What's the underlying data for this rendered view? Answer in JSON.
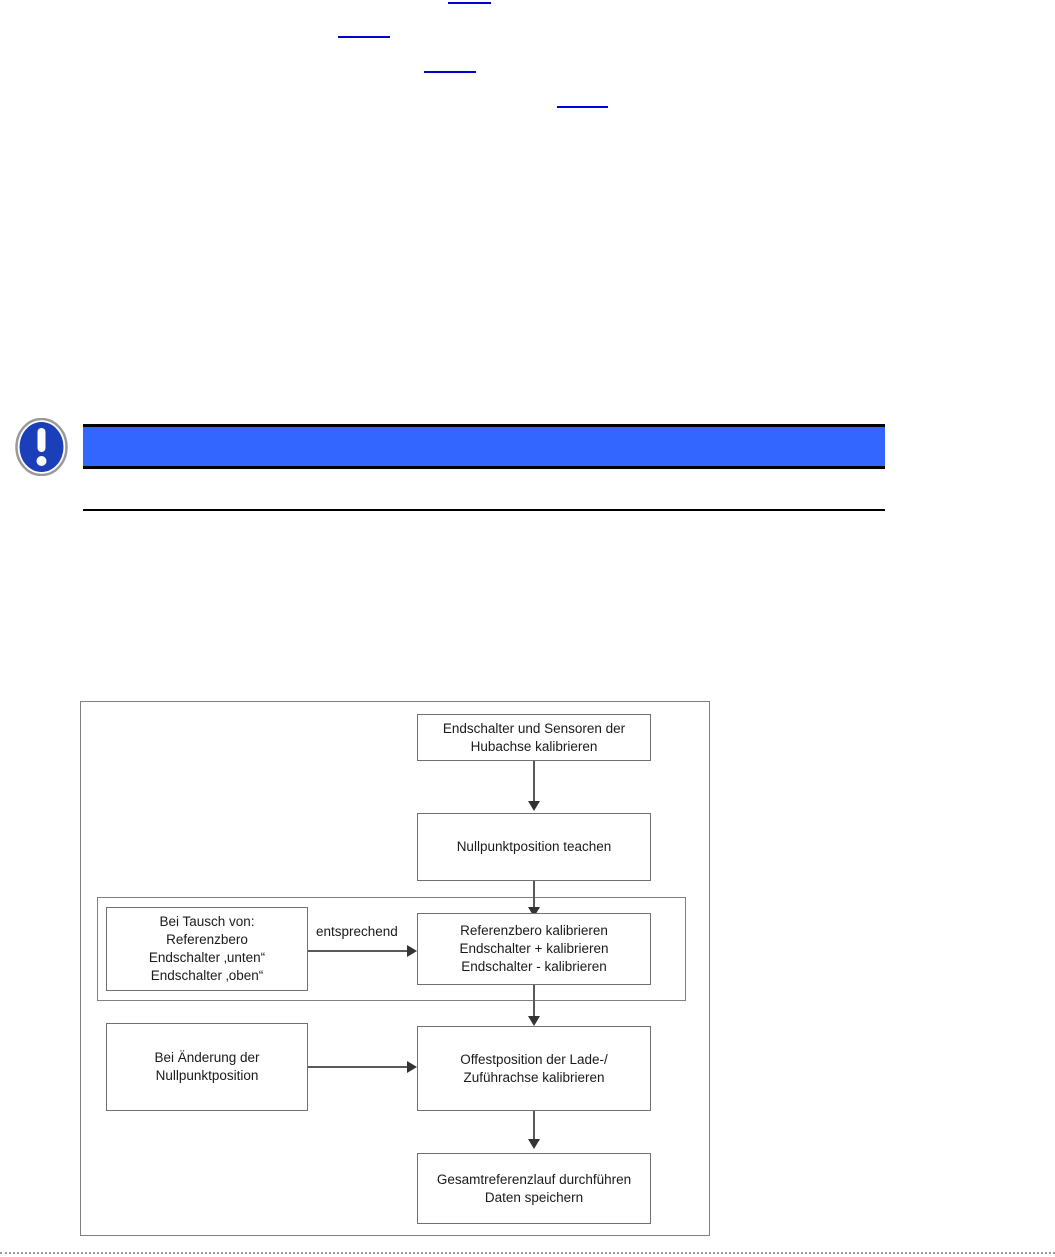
{
  "document": {
    "language": "de",
    "notice": {
      "icon_name": "mandatory-action-exclamation-icon",
      "icon_colors": {
        "circle": "#1a3fb8",
        "ring": "#999999",
        "mark": "#ffffff"
      },
      "banner_color": "#3366ff",
      "banner_border_color": "#000000",
      "text": ""
    },
    "toc_links": [
      {
        "label": "",
        "href_text": ""
      },
      {
        "label": "",
        "href_text": ""
      },
      {
        "label": "",
        "href_text": ""
      },
      {
        "label": "",
        "href_text": ""
      }
    ],
    "link_color": "#0000cc",
    "rule_color": "#000000"
  },
  "flowchart": {
    "type": "flowchart",
    "frame_border_color": "#808080",
    "node_border_color": "#707070",
    "connector_color": "#595959",
    "nodes": [
      {
        "id": "n1",
        "lines": [
          "Endschalter und Sensoren der",
          "Hubachse kalibrieren"
        ]
      },
      {
        "id": "n2",
        "lines": [
          "Nullpunktposition teachen"
        ]
      },
      {
        "id": "n3",
        "lines": [
          "Bei Tausch von:",
          "Referenzbero",
          "Endschalter ‚unten“",
          "Endschalter ‚oben“"
        ]
      },
      {
        "id": "n4",
        "lines": [
          "Referenzbero kalibrieren",
          "Endschalter + kalibrieren",
          "Endschalter - kalibrieren"
        ]
      },
      {
        "id": "n5",
        "lines": [
          "Bei Änderung der",
          "Nullpunktposition"
        ]
      },
      {
        "id": "n6",
        "lines": [
          "Offestposition der Lade-/",
          "Zuführachse kalibrieren"
        ]
      },
      {
        "id": "n7",
        "lines": [
          "Gesamtreferenzlauf durchführen",
          "Daten speichern"
        ]
      }
    ],
    "edges": [
      {
        "from": "n1",
        "to": "n2",
        "label": ""
      },
      {
        "from": "n2",
        "to": "n4",
        "label": ""
      },
      {
        "from": "n3",
        "to": "n4",
        "label": "entsprechend"
      },
      {
        "from": "n4",
        "to": "n6",
        "label": ""
      },
      {
        "from": "n5",
        "to": "n6",
        "label": ""
      },
      {
        "from": "n6",
        "to": "n7",
        "label": ""
      }
    ]
  }
}
